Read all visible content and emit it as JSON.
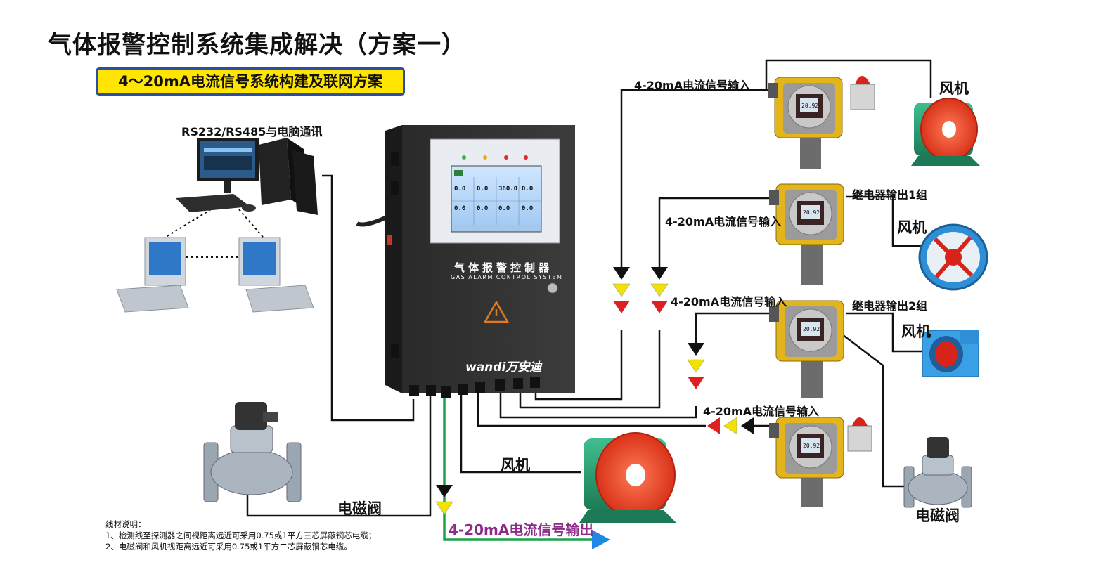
{
  "title": "气体报警控制系统集成解决（方案一）",
  "subtitle": "4～20mA电流信号系统构建及联网方案",
  "labels": {
    "pc_comm": "RS232/RS485与电脑通讯",
    "signal_in_1": "4-20mA电流信号输入",
    "signal_in_2": "4-20mA电流信号输入",
    "signal_in_3": "4-20mA电流信号输入",
    "signal_in_4": "4-20mA电流信号输入",
    "relay_1": "继电器输出1组",
    "relay_2": "继电器输出2组",
    "fan_1": "风机",
    "fan_2": "风机",
    "fan_3": "风机",
    "fan_bottom": "风机",
    "valve_left": "电磁阀",
    "valve_right": "电磁阀",
    "signal_out": "4-20mA电流信号输出"
  },
  "controller": {
    "name": "气体报警控制器",
    "name_en": "GAS ALARM CONTROL SYSTEM",
    "brand": "wandi万安迪",
    "readings": [
      "0.0",
      "0.0",
      "360.0",
      "0.0",
      "0.0",
      "0.0",
      "0.0",
      "0.0"
    ]
  },
  "detectors": {
    "reading": "20.92"
  },
  "notes": {
    "heading": "线材说明：",
    "line1": "1、检测线至探测器之间视距离远近可采用0.75或1平方三芯屏蔽铜芯电缆；",
    "line2": "2、电磁阀和风机视距离远近可采用0.75或1平方二芯屏蔽铜芯电缆。"
  },
  "colors": {
    "subtitle_bg": "#ffe500",
    "subtitle_border": "#2a4ea6",
    "output_line": "#1aa24a",
    "output_arrow": "#1e88e5",
    "output_text": "#8e2b8a",
    "arrow_black": "#111111",
    "arrow_yellow": "#f2e200",
    "arrow_red": "#e02020"
  }
}
